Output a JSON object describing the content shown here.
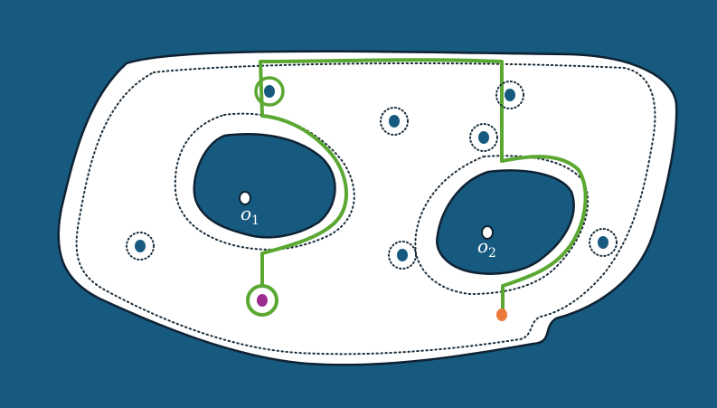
{
  "colors": {
    "background": "#175a80",
    "region_fill": "#ffffff",
    "outline": "#0f2233",
    "dotted_boundary": "#1b2d3a",
    "path": "#5aa832",
    "point": "#175a80",
    "start_point": "#9b2d8f",
    "goal_point": "#ec7a3b",
    "obstacle_marker_fill": "#ffffff"
  },
  "obstacles": [
    {
      "base": "o",
      "sub": "1"
    },
    {
      "base": "o",
      "sub": "2"
    }
  ]
}
